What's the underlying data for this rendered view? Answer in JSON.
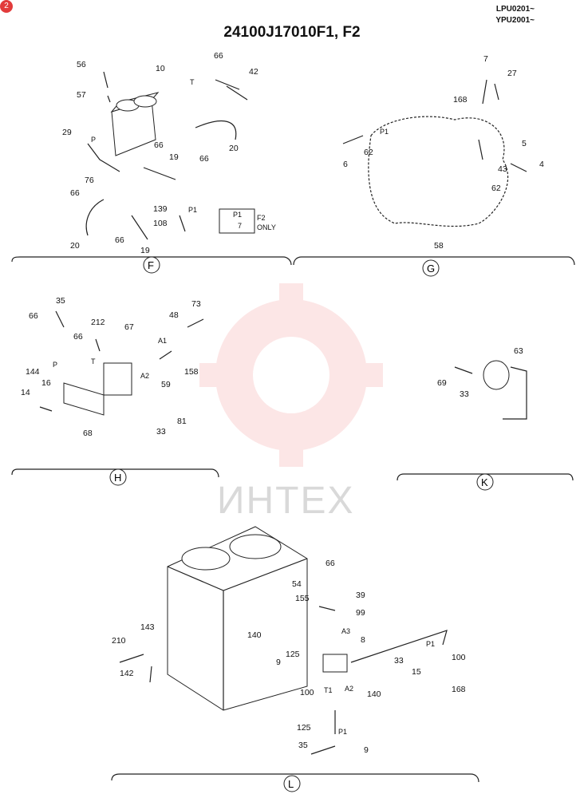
{
  "header": {
    "title": "24100J17010F1, F2",
    "serials": [
      "LPU0201~",
      "YPU2001~"
    ],
    "badge": "2"
  },
  "watermark": {
    "text": "ИНТЕХ"
  },
  "sections": {
    "F": {
      "label": "F",
      "callouts": [
        "56",
        "10",
        "66",
        "42",
        "57",
        "29",
        "66",
        "20",
        "76",
        "66",
        "19",
        "66",
        "139",
        "108",
        "20",
        "66",
        "19"
      ],
      "note": {
        "text1": "F2",
        "text2": "ONLY",
        "marker": "P1",
        "part": "7"
      }
    },
    "G": {
      "label": "G",
      "callouts": [
        "7",
        "27",
        "168",
        "6",
        "62",
        "5",
        "43",
        "4",
        "62",
        "58"
      ]
    },
    "H": {
      "label": "H",
      "callouts": [
        "35",
        "66",
        "212",
        "67",
        "48",
        "73",
        "66",
        "144",
        "14",
        "16",
        "68",
        "158",
        "59",
        "33",
        "81"
      ]
    },
    "K": {
      "label": "K",
      "callouts": [
        "63",
        "69",
        "33"
      ]
    },
    "L": {
      "label": "L",
      "callouts": [
        "66",
        "54",
        "39",
        "155",
        "99",
        "140",
        "8",
        "143",
        "210",
        "142",
        "9",
        "125",
        "33",
        "100",
        "15",
        "168",
        "100",
        "140",
        "125",
        "35",
        "9"
      ]
    }
  },
  "markers": [
    "T",
    "P",
    "P1",
    "P1",
    "T",
    "P",
    "A1",
    "A2",
    "A3",
    "P1",
    "T1",
    "A2",
    "P1"
  ]
}
